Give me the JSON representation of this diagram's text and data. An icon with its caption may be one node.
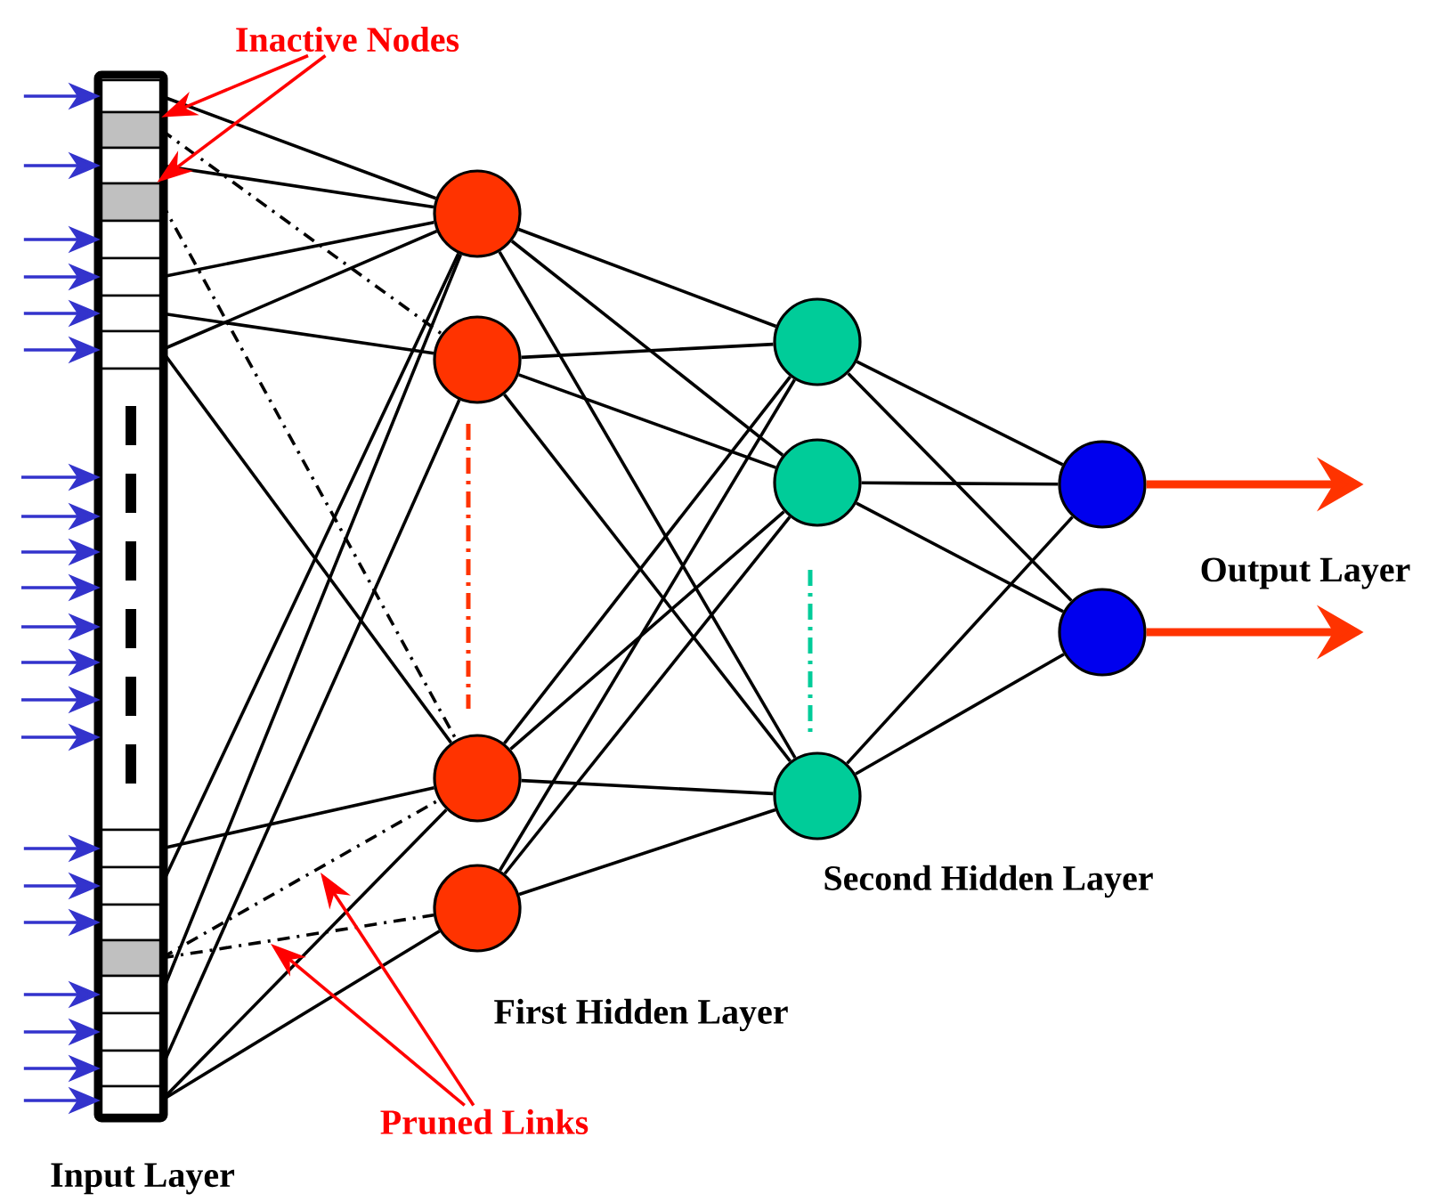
{
  "diagram": {
    "nodes": [
      {
        "text": [
          "Inactive Nodes"
        ]
      },
      {
        "text": [],
        "shape": "bar"
      },
      {
        "text": [],
        "shape": "box",
        "in": 1
      },
      {
        "text": [],
        "shape": "box",
        "in": 1
      },
      {
        "text": [],
        "shape": "box",
        "in": 1
      },
      {
        "text": [],
        "shape": "box",
        "in": 1
      },
      {
        "text": [],
        "shape": "box",
        "in": 1
      },
      {
        "text": [],
        "shape": "box",
        "in": 1
      },
      {
        "text": [],
        "shape": "box",
        "in": 1
      },
      {
        "text": [],
        "shape": "box",
        "in": 1
      },
      {
        "text": [],
        "shape": "box",
        "in": 1
      },
      {
        "text": [],
        "shape": "box",
        "in": 1
      },
      {
        "text": [],
        "shape": "box",
        "in": 1
      },
      {
        "text": [],
        "shape": "box",
        "in": 1
      },
      {
        "text": [],
        "shape": "box",
        "in": 1
      },
      {
        "text": [],
        "shape": "box",
        "in": 1
      },
      {
        "text": [],
        "shape": "box",
        "in": 1
      },
      {
        "text": [],
        "shape": "box",
        "in": 1
      },
      {
        "text": [],
        "shape": "box",
        "in": 1
      },
      {
        "text": [],
        "shape": "circle"
      },
      {
        "text": [],
        "shape": "circle"
      },
      {
        "text": [],
        "shape": "circle"
      },
      {
        "text": [],
        "shape": "circle"
      },
      {
        "text": [],
        "shape": "circle"
      },
      {
        "text": [],
        "shape": "circle"
      },
      {
        "text": [],
        "shape": "circle"
      },
      {
        "text": [],
        "shape": "circle"
      },
      {
        "text": [],
        "shape": "circle"
      },
      {
        "text": [
          "Pruned Links"
        ]
      }
    ],
    "edges": [
      {
        "from": null,
        "to": 2,
        "arrow": "to",
        "color": "#3333cc"
      },
      {
        "from": null,
        "to": 4,
        "arrow": "to",
        "color": "#3333cc"
      },
      {
        "from": null,
        "to": 6,
        "arrow": "to",
        "color": "#3333cc"
      },
      {
        "from": null,
        "to": 7,
        "arrow": "to",
        "color": "#3333cc"
      },
      {
        "from": null,
        "to": 8,
        "arrow": "to",
        "color": "#3333cc"
      },
      {
        "from": null,
        "to": 9,
        "arrow": "to",
        "color": "#3333cc"
      },
      {
        "from": null,
        "to": 10,
        "arrow": "to",
        "color": "#3333cc"
      },
      {
        "from": null,
        "to": 10,
        "arrow": "to",
        "color": "#3333cc"
      },
      {
        "from": null,
        "to": 10,
        "arrow": "to",
        "color": "#3333cc"
      },
      {
        "from": null,
        "to": 10,
        "arrow": "to",
        "color": "#3333cc"
      },
      {
        "from": null,
        "to": 10,
        "arrow": "to",
        "color": "#3333cc"
      },
      {
        "from": null,
        "to": 10,
        "arrow": "to",
        "color": "#3333cc"
      },
      {
        "from": null,
        "to": 10,
        "arrow": "to",
        "color": "#3333cc"
      },
      {
        "from": null,
        "to": 10,
        "arrow": "to",
        "color": "#3333cc"
      },
      {
        "from": null,
        "to": 11,
        "arrow": "to",
        "color": "#3333cc"
      },
      {
        "from": null,
        "to": 12,
        "arrow": "to",
        "color": "#3333cc"
      },
      {
        "from": null,
        "to": 13,
        "arrow": "to",
        "color": "#3333cc"
      },
      {
        "from": null,
        "to": 15,
        "arrow": "to",
        "color": "#3333cc"
      },
      {
        "from": null,
        "to": 16,
        "arrow": "to",
        "color": "#3333cc"
      },
      {
        "from": null,
        "to": 17,
        "arrow": "to",
        "color": "#3333cc"
      },
      {
        "from": null,
        "to": 18,
        "arrow": "to",
        "color": "#3333cc"
      },
      {
        "from": 2,
        "to": 19,
        "arrow": "none"
      },
      {
        "from": 3,
        "to": 20,
        "arrow": "none",
        "style": "dashed"
      },
      {
        "from": 4,
        "to": 19,
        "arrow": "none"
      },
      {
        "from": 5,
        "to": 21,
        "arrow": "none",
        "style": "dashed"
      },
      {
        "from": 7,
        "to": 19,
        "arrow": "none"
      },
      {
        "from": 8,
        "to": 20,
        "arrow": "none"
      },
      {
        "from": 9,
        "to": 19,
        "arrow": "none"
      },
      {
        "from": 9,
        "to": 21,
        "arrow": "none"
      },
      {
        "from": 11,
        "to": 21,
        "arrow": "none"
      },
      {
        "from": 12,
        "to": 19,
        "arrow": "none"
      },
      {
        "from": 14,
        "to": 21,
        "arrow": "none",
        "style": "dashed"
      },
      {
        "from": 14,
        "to": 22,
        "arrow": "none",
        "style": "dashed"
      },
      {
        "from": 15,
        "to": 19,
        "arrow": "none"
      },
      {
        "from": 17,
        "to": 20,
        "arrow": "none"
      },
      {
        "from": 18,
        "to": 21,
        "arrow": "none"
      },
      {
        "from": 18,
        "to": 22,
        "arrow": "none"
      },
      {
        "from": 19,
        "to": 23,
        "arrow": "none"
      },
      {
        "from": 19,
        "to": 24,
        "arrow": "none"
      },
      {
        "from": 19,
        "to": 25,
        "arrow": "none"
      },
      {
        "from": 20,
        "to": 23,
        "arrow": "none"
      },
      {
        "from": 20,
        "to": 24,
        "arrow": "none"
      },
      {
        "from": 20,
        "to": 25,
        "arrow": "none"
      },
      {
        "from": 21,
        "to": 23,
        "arrow": "none"
      },
      {
        "from": 21,
        "to": 24,
        "arrow": "none"
      },
      {
        "from": 21,
        "to": 25,
        "arrow": "none"
      },
      {
        "from": 22,
        "to": 23,
        "arrow": "none"
      },
      {
        "from": 22,
        "to": 24,
        "arrow": "none"
      },
      {
        "from": 22,
        "to": 25,
        "arrow": "none"
      },
      {
        "from": 23,
        "to": 26,
        "arrow": "none"
      },
      {
        "from": 23,
        "to": 27,
        "arrow": "none"
      },
      {
        "from": 24,
        "to": 26,
        "arrow": "none"
      },
      {
        "from": 24,
        "to": 27,
        "arrow": "none"
      },
      {
        "from": 25,
        "to": 26,
        "arrow": "none"
      },
      {
        "from": 25,
        "to": 27,
        "arrow": "none"
      },
      {
        "from": 26,
        "to": null,
        "arrow": "to",
        "style": "thick",
        "color": "#ff3300"
      },
      {
        "from": 27,
        "to": null,
        "arrow": "to",
        "style": "thick",
        "color": "#ff3300"
      },
      {
        "from": 0,
        "to": 3,
        "arrow": "to",
        "color": "#ff0000"
      },
      {
        "from": 0,
        "to": 5,
        "arrow": "to",
        "color": "#ff0000"
      },
      {
        "from": 28,
        "to": null,
        "arrow": "to",
        "color": "#ff0000"
      },
      {
        "from": 28,
        "to": null,
        "arrow": "to",
        "color": "#ff0000"
      }
    ],
    "labels": [
      "Output Layer",
      "Second Hidden Layer",
      "First Hidden Layer",
      "Input Layer"
    ]
  }
}
